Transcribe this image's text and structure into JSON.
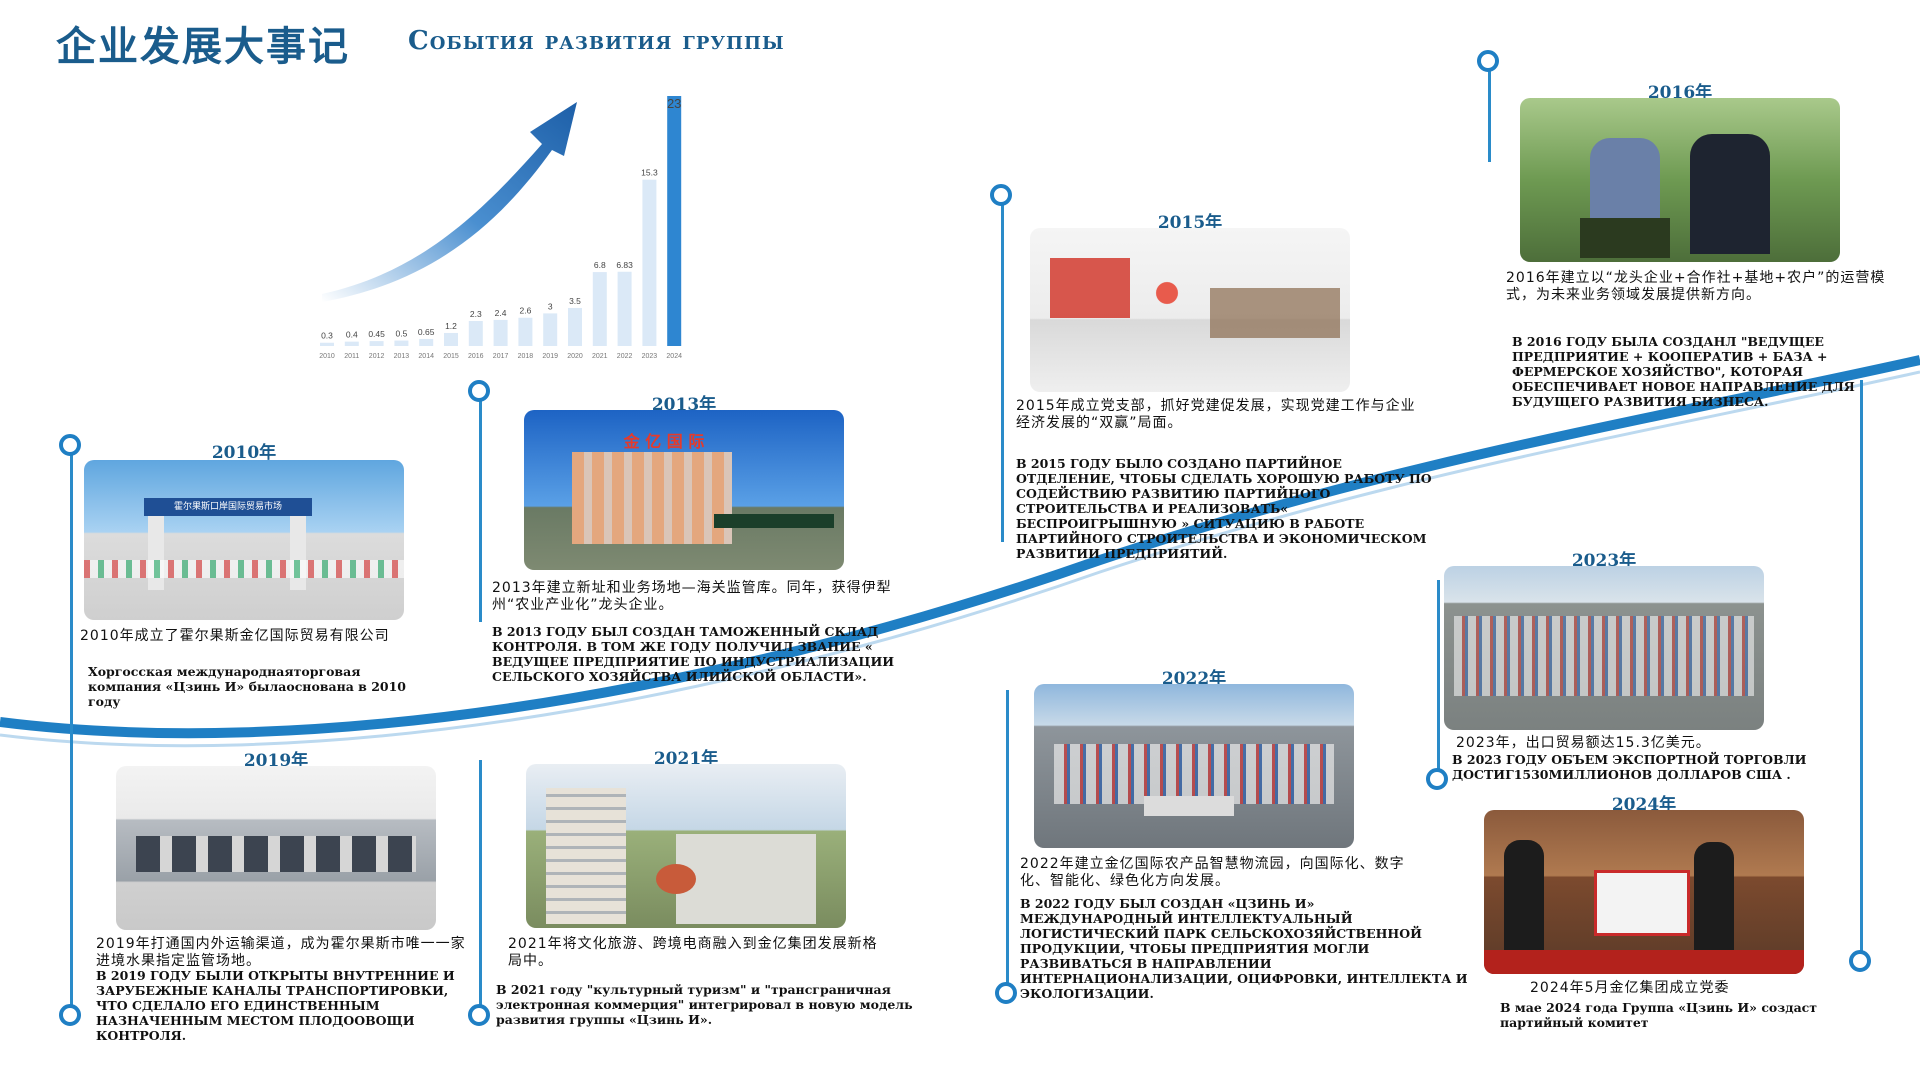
{
  "header": {
    "title": "企业发展大事记",
    "subtitle": "События развития группы"
  },
  "chart_data": {
    "type": "bar",
    "categories": [
      "2010",
      "2011",
      "2012",
      "2013",
      "2014",
      "2015",
      "2016",
      "2017",
      "2018",
      "2019",
      "2020",
      "2021",
      "2022",
      "2023",
      "2024"
    ],
    "values": [
      0.3,
      0.4,
      0.45,
      0.5,
      0.65,
      1.2,
      2.3,
      2.4,
      2.6,
      3,
      3.5,
      6.8,
      6.83,
      15.3,
      23
    ],
    "value_labels": [
      "0.3",
      "0.4",
      "0.45",
      "0.5",
      "0.65",
      "1.2",
      "2.3",
      "2.4",
      "2.6",
      "3",
      "3.5",
      "6.8",
      "6.83",
      "15.3",
      "23"
    ],
    "ylim": [
      0,
      23
    ],
    "grid": false,
    "highlight_color": "#2e86d1",
    "bar_color": "#dbe9f7"
  },
  "events": {
    "e2010": {
      "year": "2010年",
      "cn": "2010年成立了霍尔果斯金亿国际贸易有限公司",
      "ru": "Хоргосская международнаяторговая компания «Цзинь И» былаоснована в 2010 году",
      "sign": "霍尔果斯口岸国际贸易市场"
    },
    "e2013": {
      "year": "2013年",
      "cn": "2013年建立新址和业务场地—海关监管库。同年，获得伊犁州“农业产业化”龙头企业。",
      "ru": "В 2013 году был создан таможенный склад контроля. В том же году получил звание « Ведущее предприятие по индустриализации сельского хозяйства Илийской области».",
      "sign": "金 亿 国 际"
    },
    "e2015": {
      "year": "2015年",
      "cn": "2015年成立党支部，抓好党建促发展，实现党建工作与企业经济发展的“双赢”局面。",
      "ru": "В 2015 году было создано партийное отделение, чтобы сделать хорошую работу по содействию развитию партийного строительства и реализовать« беспроигрышную » ситуацию в работе партийного строительства и экономическом развитии предприятий."
    },
    "e2016": {
      "year": "2016年",
      "cn": "2016年建立以“龙头企业+合作社+基地+农户”的运营模式，为未来业务领域发展提供新方向。",
      "ru": "В 2016 году была созданл \"Ведущее предприятие + кооператив + база + фермерское хозяйство\", которая обеспечивает новое направление для будущего развития бизнеса."
    },
    "e2019": {
      "year": "2019年",
      "cn": "2019年打通国内外运输渠道，成为霍尔果斯市唯一一家进境水果指定监管场地。",
      "ru": "В 2019 году были открыты внутренние и зарубежные каналы транспортировки, что сделало его единственным назначенным местом плодоовощи контроля."
    },
    "e2021": {
      "year": "2021年",
      "cn": "2021年将文化旅游、跨境电商融入到金亿集团发展新格局中。",
      "ru": "В 2021 году \"культурный туризм\" и \"трансграничная электронная коммерция\" интегрировал в новую модель развития группы «Цзинь И»."
    },
    "e2022": {
      "year": "2022年",
      "cn": "2022年建立金亿国际农产品智慧物流园，向国际化、数字化、智能化、绿色化方向发展。",
      "ru": "В 2022 году был создан «Цзинь И» Международный интеллектуальный логистический парк сельскохозяйственной продукции, чтобы предприятия могли развиваться в направлении интернационализации, оцифровки, интеллекта и экологизации."
    },
    "e2023": {
      "year": "2023年",
      "cn": "2023年，出口贸易额达15.3亿美元。",
      "ru": "В 2023 году объем экспортной торговли достиг1530миллионов долларов США ."
    },
    "e2024": {
      "year": "2024年",
      "cn": "2024年5月金亿集团成立党委",
      "ru": "В мае 2024 года Группа «Цзинь И» создаст партийный комитет"
    }
  },
  "colors": {
    "primary": "#1a5c8c",
    "timeline": "#1f7fc4"
  }
}
